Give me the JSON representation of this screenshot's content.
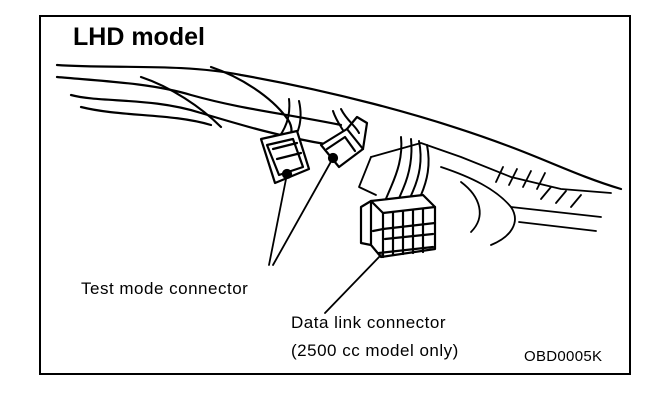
{
  "diagram": {
    "title": "LHD model",
    "labels": {
      "test_mode_connector": "Test mode connector",
      "data_link_connector_line1": "Data link connector",
      "data_link_connector_line2": "(2500 cc model only)"
    },
    "figure_code": "OBD0005K"
  },
  "colors": {
    "ink": "#000000",
    "paper": "#ffffff"
  }
}
